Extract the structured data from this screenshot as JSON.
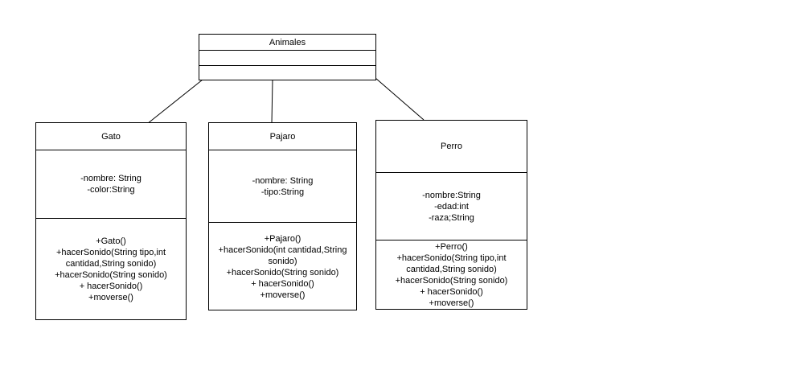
{
  "parent": {
    "name": "Animales",
    "attributes": [],
    "methods": []
  },
  "classes": [
    {
      "name": "Gato",
      "attributes": [
        "-nombre: String",
        "-color:String"
      ],
      "methods": [
        "+Gato()",
        "+hacerSonido(String tipo,int cantidad,String sonido)",
        "+hacerSonido(String sonido)",
        "+ hacerSonido()",
        "+moverse()"
      ]
    },
    {
      "name": "Pajaro",
      "attributes": [
        "-nombre: String",
        "-tipo:String"
      ],
      "methods": [
        "+Pajaro()",
        "+hacerSonido(int cantidad,String sonido)",
        "+hacerSonido(String sonido)",
        "+ hacerSonido()",
        "+moverse()"
      ]
    },
    {
      "name": "Perro",
      "attributes": [
        "-nombre:String",
        "-edad:int",
        "-raza;String"
      ],
      "methods": [
        "+Perro()",
        "+hacerSonido(String tipo,int cantidad,String sonido)",
        "+hacerSonido(String sonido)",
        "+ hacerSonido()",
        "+moverse()"
      ]
    }
  ],
  "colors": {
    "stroke": "#000000",
    "background": "#ffffff"
  }
}
